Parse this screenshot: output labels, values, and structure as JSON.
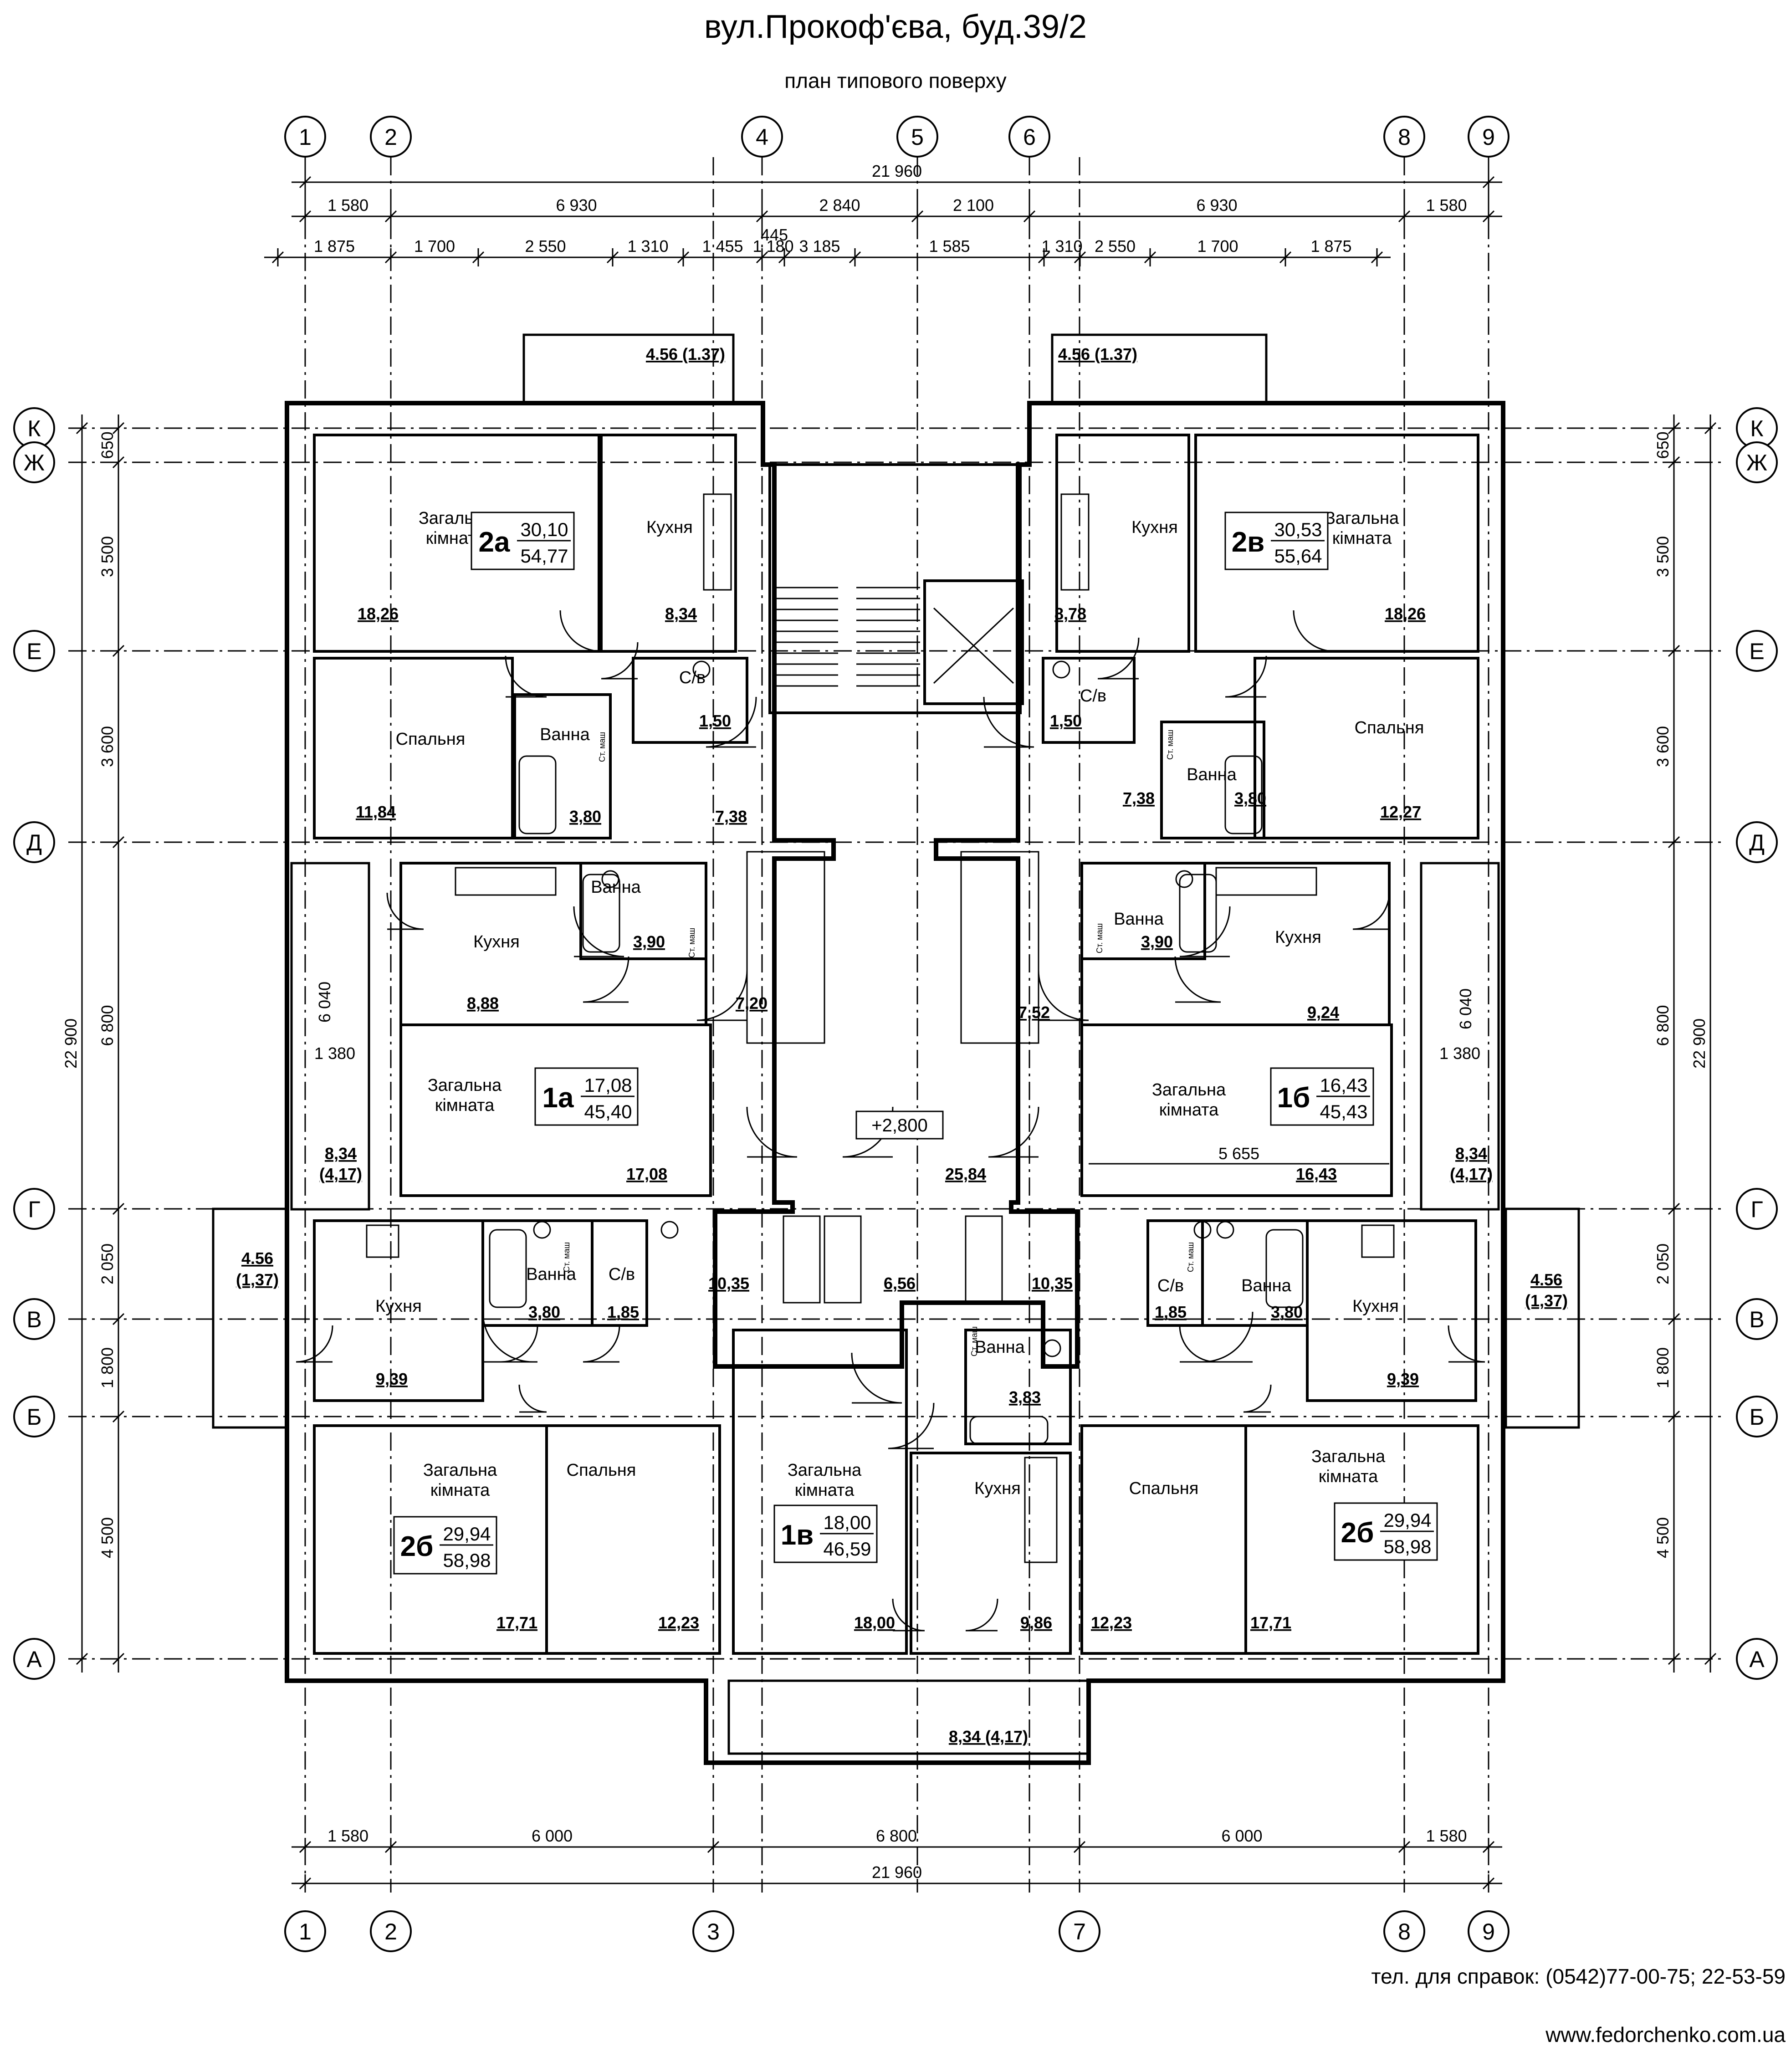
{
  "header": {
    "title": "вул.Прокоф'єва, буд.39/2",
    "subtitle": "план типового поверху"
  },
  "footer": {
    "phone": "тел. для справок: (0542)77-00-75; 22-53-59",
    "website": "www.fedorchenko.com.ua"
  },
  "axes": {
    "top": [
      "1",
      "2",
      "4",
      "5",
      "6",
      "8",
      "9"
    ],
    "bottom": [
      "1",
      "2",
      "3",
      "7",
      "8",
      "9"
    ],
    "left": [
      "К",
      "Ж",
      "Е",
      "Д",
      "Г",
      "В",
      "Б",
      "А"
    ],
    "right": [
      "К",
      "Ж",
      "Е",
      "Д",
      "Г",
      "В",
      "Б",
      "А"
    ]
  },
  "dimensions": {
    "top_total": "21 960",
    "top_row1": [
      "1 580",
      "6 930",
      "2 840",
      "2 100",
      "6 930",
      "1 580"
    ],
    "top_row2": [
      "1 875",
      "1 700",
      "2 550",
      "1 310",
      "1 455",
      "1 180",
      "3 185",
      "1 585",
      "1 310",
      "2 550",
      "1 700",
      "1 875"
    ],
    "top_extra": "445",
    "bottom_row": [
      "1 580",
      "6 000",
      "6 800",
      "6 000",
      "1 580"
    ],
    "bottom_total": "21 960",
    "left": [
      "650",
      "3 500",
      "3 600",
      "6 800",
      "2 050",
      "1 800",
      "4 500"
    ],
    "left_total": "22 900",
    "right": [
      "650",
      "3 500",
      "3 600",
      "6 800",
      "2 050",
      "1 800",
      "4 500"
    ],
    "right_total": "22 900",
    "inner_left_1": "6 040",
    "inner_left_2": "1 380",
    "inner_right_1": "6 040",
    "inner_right_2": "1 380",
    "inner_center": "5 655"
  },
  "level_mark": "+2,800",
  "room_labels": [
    {
      "text": "Загальна",
      "sub": "кімната",
      "key": "r1"
    },
    {
      "text": "Кухня",
      "key": "r2"
    },
    {
      "text": "Загальна",
      "sub": "кімната",
      "key": "r3"
    },
    {
      "text": "Кухня",
      "key": "r4"
    },
    {
      "text": "Спальня",
      "key": "r5"
    },
    {
      "text": "Ванна",
      "key": "r6"
    },
    {
      "text": "С/в",
      "key": "r7"
    },
    {
      "text": "С/в",
      "key": "r8"
    },
    {
      "text": "Ванна",
      "key": "r9"
    },
    {
      "text": "Спальня",
      "key": "r10"
    },
    {
      "text": "Кухня",
      "key": "r11"
    },
    {
      "text": "Ванна",
      "key": "r12"
    },
    {
      "text": "Ванна",
      "key": "r13"
    },
    {
      "text": "Кухня",
      "key": "r14"
    },
    {
      "text": "Загальна",
      "sub": "кімната",
      "key": "r15"
    },
    {
      "text": "Загальна",
      "sub": "кімната",
      "key": "r16"
    },
    {
      "text": "Кухня",
      "key": "r17"
    },
    {
      "text": "Ванна",
      "key": "r18"
    },
    {
      "text": "С/в",
      "key": "r19"
    },
    {
      "text": "С/в",
      "key": "r20"
    },
    {
      "text": "Ванна",
      "key": "r21"
    },
    {
      "text": "Кухня",
      "key": "r22"
    },
    {
      "text": "Загальна",
      "sub": "кімната",
      "key": "r23"
    },
    {
      "text": "Спальня",
      "key": "r24"
    },
    {
      "text": "Загальна",
      "sub": "кімната",
      "key": "r25"
    },
    {
      "text": "Ванна",
      "key": "r26"
    },
    {
      "text": "Кухня",
      "key": "r27"
    },
    {
      "text": "Спальня",
      "key": "r28"
    },
    {
      "text": "Загальна",
      "sub": "кімната",
      "key": "r29"
    }
  ],
  "areas": [
    "18,26",
    "8,34",
    "8,78",
    "18,26",
    "1,50",
    "1,50",
    "11,84",
    "3,80",
    "7,38",
    "7,38",
    "3,80",
    "12,27",
    "3,90",
    "3,90",
    "8,88",
    "7,20",
    "7,52",
    "9,24",
    "17,08",
    "25,84",
    "16,43",
    "10,35",
    "6,56",
    "10,35",
    "3,80",
    "1,85",
    "1,85",
    "3,80",
    "9,39",
    "9,39",
    "3,83",
    "17,71",
    "12,23",
    "18,00",
    "9,86",
    "12,23",
    "17,71"
  ],
  "balconies": [
    "4.56 (1.37)",
    "4.56 (1.37)",
    "8,34",
    "(4,17)",
    "8,34",
    "(4,17)",
    "4.56",
    "(1,37)",
    "4.56",
    "(1,37)",
    "8,34 (4,17)"
  ],
  "apartments": [
    {
      "code": "2а",
      "living": "30,10",
      "total": "54,77"
    },
    {
      "code": "2в",
      "living": "30,53",
      "total": "55,64"
    },
    {
      "code": "1а",
      "living": "17,08",
      "total": "45,40"
    },
    {
      "code": "1б",
      "living": "16,43",
      "total": "45,43"
    },
    {
      "code": "2б",
      "living": "29,94",
      "total": "58,98"
    },
    {
      "code": "1в",
      "living": "18,00",
      "total": "46,59"
    },
    {
      "code": "2б",
      "living": "29,94",
      "total": "58,98"
    }
  ],
  "washer_note": "Ст. маш"
}
